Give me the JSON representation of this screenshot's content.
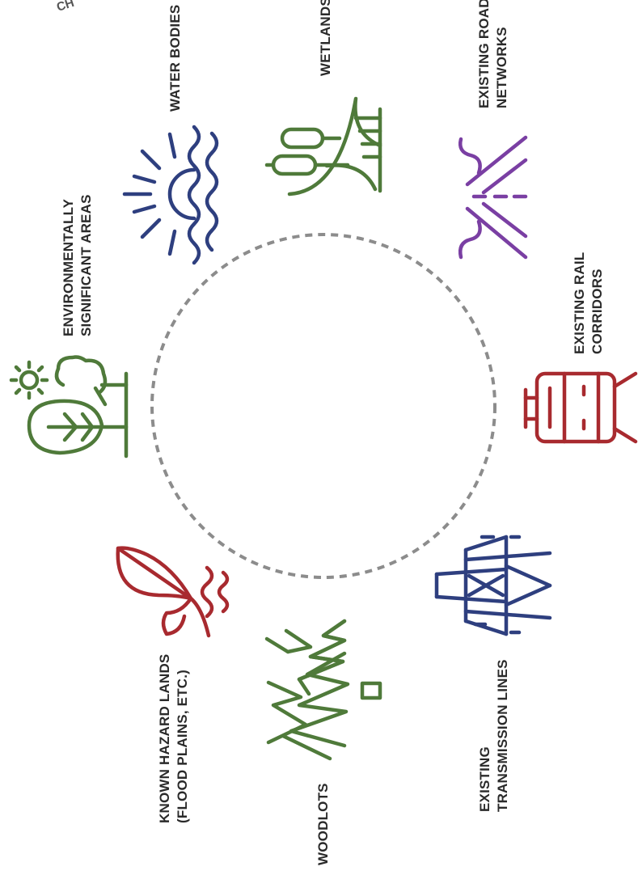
{
  "corner_text": "CH",
  "colors": {
    "green": "#4f7a3a",
    "navy": "#2e3f7f",
    "purple": "#7a3fa3",
    "red": "#a82a2f",
    "ring": "#8c8c8c"
  },
  "constraints": [
    {
      "id": "water-bodies",
      "label_lines": [
        "WATER BODIES"
      ],
      "icon": "sun-waves-icon",
      "color": "navy"
    },
    {
      "id": "wetlands",
      "label_lines": [
        "WETLANDS"
      ],
      "icon": "cattail-icon",
      "color": "green"
    },
    {
      "id": "road-networks",
      "label_lines": [
        "EXISTING ROAD",
        "NETWORKS"
      ],
      "icon": "road-icon",
      "color": "purple"
    },
    {
      "id": "rail-corridors",
      "label_lines": [
        "EXISTING RAIL",
        "CORRIDORS"
      ],
      "icon": "train-icon",
      "color": "red"
    },
    {
      "id": "transmission-lines",
      "label_lines": [
        "EXISTING",
        "TRANSMISSION LINES"
      ],
      "icon": "transmission-tower-icon",
      "color": "navy"
    },
    {
      "id": "woodlots",
      "label_lines": [
        "WOODLOTS"
      ],
      "icon": "pine-trees-icon",
      "color": "green"
    },
    {
      "id": "hazard-lands",
      "label_lines": [
        "KNOWN HAZARD LANDS",
        "(FLOOD PLAINS, ETC.)"
      ],
      "icon": "leaf-sprout-icon",
      "color": "red"
    },
    {
      "id": "env-significant",
      "label_lines": [
        "ENVIRONMENTALLY",
        "SIGNIFICANT AREAS"
      ],
      "icon": "trees-sun-icon",
      "color": "green"
    }
  ]
}
